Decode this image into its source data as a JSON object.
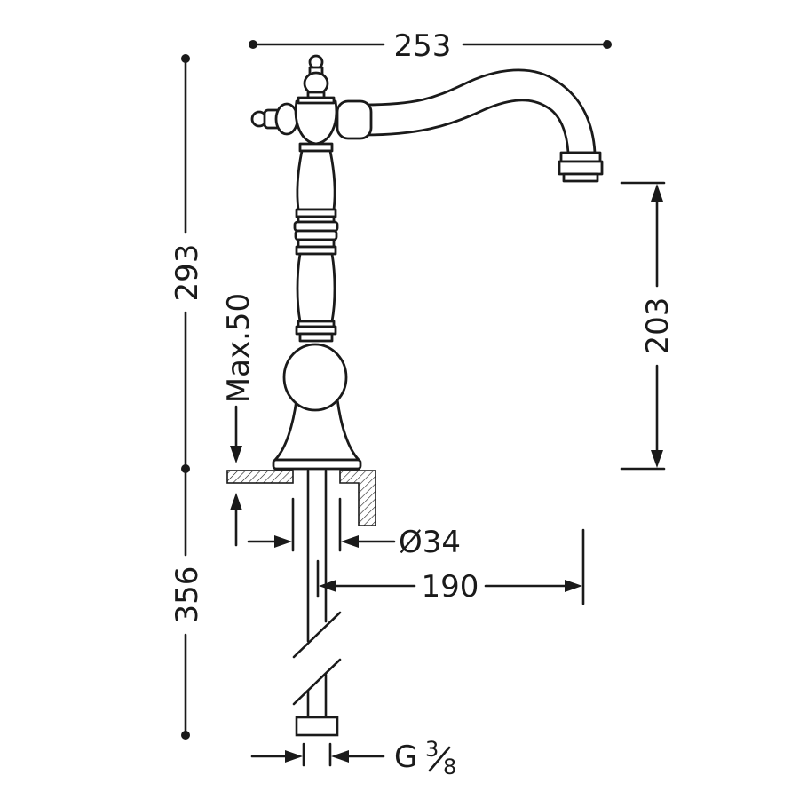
{
  "dimensions": {
    "spout_width": "253",
    "total_height": "293",
    "spout_clearance": "203",
    "max_deck": "Max.50",
    "hole_diameter": "Ø34",
    "reach": "190",
    "hose_length": "356",
    "connection_prefix": "G",
    "connection_num": "3",
    "connection_den": "8"
  },
  "colors": {
    "ink": "#1a1a1a",
    "paper": "#ffffff"
  }
}
